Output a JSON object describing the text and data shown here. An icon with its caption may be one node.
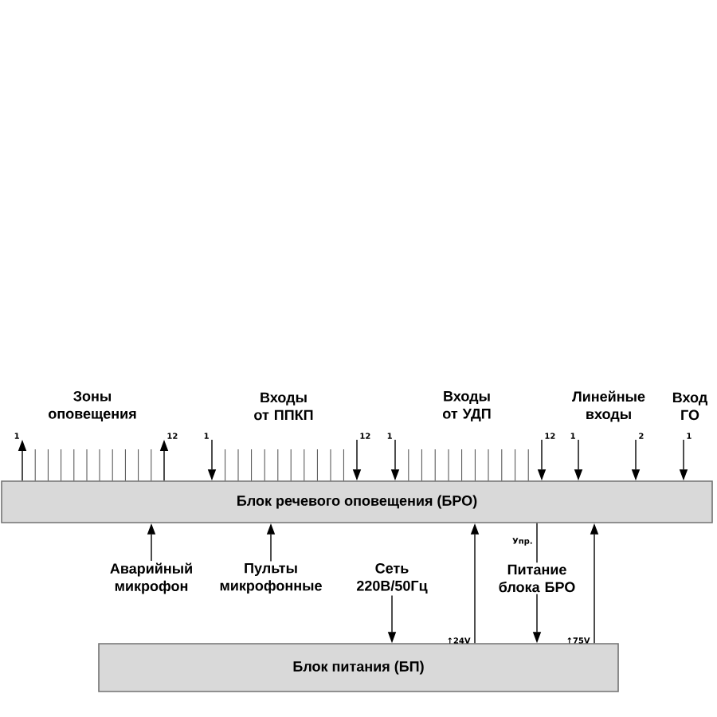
{
  "diagram": {
    "nodes": [
      {
        "text": [
          "Блок речевого оповещения (БРО)"
        ]
      },
      {
        "text": [
          "Блок  питания (БП)"
        ]
      },
      {
        "text": [
          "Аварийный микрофон"
        ]
      },
      {
        "text": [
          "Пульты микрофонные"
        ]
      },
      {
        "text": [
          "Сеть 220В/50Гц"
        ]
      },
      {
        "text": [
          "Питание блока БРО"
        ]
      }
    ],
    "edges": [
      {
        "from": 0,
        "to": null,
        "arrow": "to",
        "label": "1"
      },
      {
        "from": 0,
        "to": null,
        "arrow": "to",
        "label": "12"
      },
      {
        "from": null,
        "to": 0,
        "arrow": "to",
        "label": "1"
      },
      {
        "from": null,
        "to": 0,
        "arrow": "to",
        "label": "12"
      },
      {
        "from": null,
        "to": 0,
        "arrow": "to",
        "label": "1"
      },
      {
        "from": null,
        "to": 0,
        "arrow": "to",
        "label": "12"
      },
      {
        "from": null,
        "to": 0,
        "arrow": "to",
        "label": "1"
      },
      {
        "from": null,
        "to": 0,
        "arrow": "to",
        "label": "2"
      },
      {
        "from": null,
        "to": 0,
        "arrow": "to",
        "label": "1"
      },
      {
        "from": 2,
        "to": 0,
        "arrow": "to"
      },
      {
        "from": 3,
        "to": 0,
        "arrow": "to"
      },
      {
        "from": 4,
        "to": 1,
        "arrow": "to"
      },
      {
        "from": 1,
        "to": 0,
        "arrow": "to",
        "label": "↑24V"
      },
      {
        "from": 0,
        "to": 5,
        "arrow": "none",
        "label": "Упр."
      },
      {
        "from": 5,
        "to": 1,
        "arrow": "to"
      },
      {
        "from": 1,
        "to": 0,
        "arrow": "to",
        "label": "↑75V"
      }
    ],
    "labels": [
      "Зоны оповещения",
      "Входы от ППКП",
      "Входы от УДП",
      "Линейные входы",
      "Вход ГО"
    ]
  }
}
